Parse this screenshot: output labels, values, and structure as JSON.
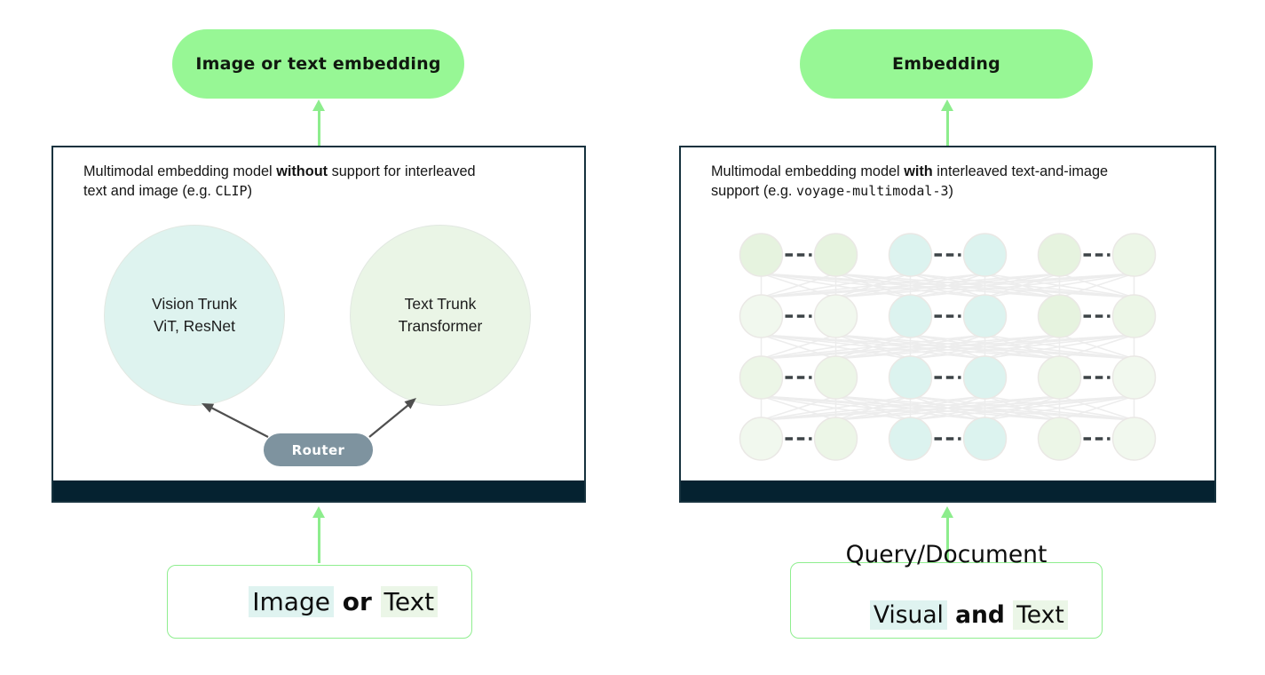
{
  "colors": {
    "pill_green": "#97f795",
    "arrow_green": "#8ded8d",
    "input_border_green": "#8fee8f",
    "box_border": "#16323e",
    "box_bar": "#052230",
    "router_gray": "#7e939f",
    "router_arrow": "#4f4f4f",
    "vision_circle_fill": "#def3ef",
    "text_circle_fill": "#eaf5e6",
    "left_circle_border": "#e2e8e2",
    "highlight_cyan": "#dff3f0",
    "highlight_green": "#ebf6e7",
    "mesh_line": "#ededed",
    "grid_dash": "#3d4447",
    "grid_circle_border": "#eae8e5",
    "grid_cyan": "#dcf3ef",
    "grid_green1": "#e6f3df",
    "grid_green2": "#ecf6e7",
    "grid_green3": "#f1f8ee"
  },
  "left": {
    "output_pill": "Image or text embedding",
    "box_title": {
      "p1": "Multimodal embedding model ",
      "bold": "without",
      "p2": " support for interleaved",
      "p3": "text and image (e.g. ",
      "code": "CLIP",
      "p4": ")"
    },
    "vision_circle": {
      "line1": "Vision Trunk",
      "line2": "ViT, ResNet"
    },
    "text_circle": {
      "line1": "Text Trunk",
      "line2": "Transformer"
    },
    "router": "Router",
    "input_box": {
      "part1": "Image",
      "conj": " or ",
      "part2": "Text"
    }
  },
  "right": {
    "output_pill": "Embedding",
    "box_title": {
      "p1": "Multimodal embedding model ",
      "bold": "with",
      "p2": " interleaved text-and-image",
      "p3": "support (e.g. ",
      "code": "voyage-multimodal-3",
      "p4": ")"
    },
    "grid": {
      "rows": 4,
      "cols": 6,
      "pairs": [
        [
          0,
          1
        ],
        [
          2,
          3
        ],
        [
          4,
          5
        ]
      ],
      "cells": [
        [
          "g1",
          "g1",
          "c",
          "c",
          "g1",
          "g2"
        ],
        [
          "g3",
          "g3",
          "c",
          "c",
          "g1",
          "g2"
        ],
        [
          "g2",
          "g2",
          "c",
          "c",
          "g2",
          "g3"
        ],
        [
          "g3",
          "g2",
          "c",
          "c",
          "g2",
          "g3"
        ]
      ]
    },
    "input_box": {
      "line1": "Query/Document",
      "part1": "Visual",
      "conj": " and ",
      "part2": "Text"
    }
  }
}
